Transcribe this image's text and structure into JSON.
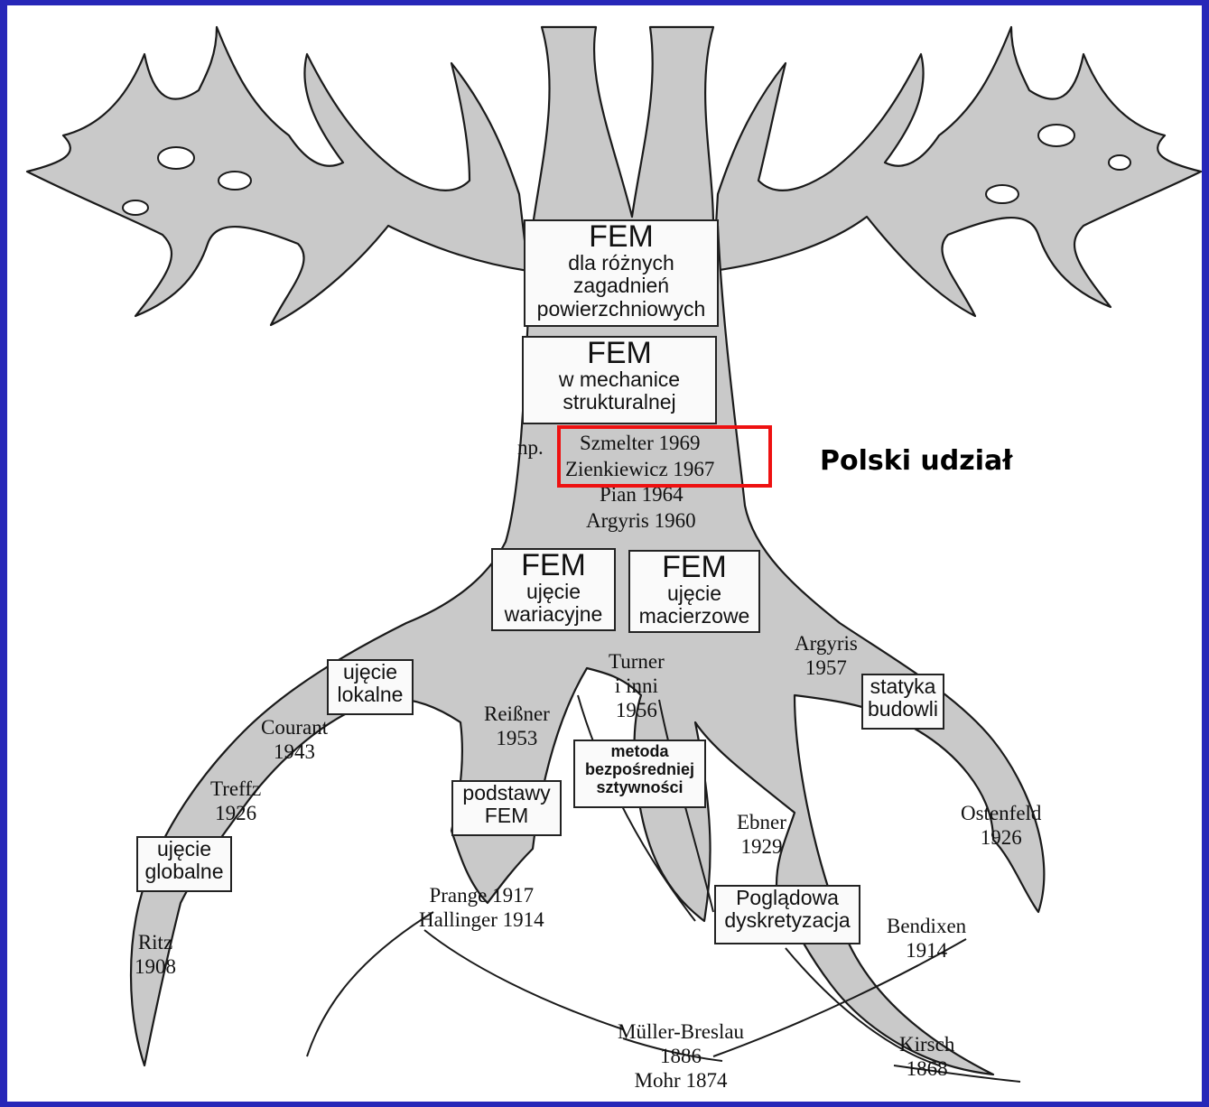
{
  "boxes": {
    "fem_surface": {
      "title": "FEM",
      "lines": [
        "dla różnych",
        "zagadnień",
        "powierzchniowych"
      ]
    },
    "fem_structural": {
      "title": "FEM",
      "lines": [
        "w mechanice",
        "strukturalnej"
      ]
    },
    "fem_variational": {
      "title": "FEM",
      "lines": [
        "ujęcie",
        "wariacyjne"
      ]
    },
    "fem_matrix": {
      "title": "FEM",
      "lines": [
        "ujęcie",
        "macierzowe"
      ]
    },
    "local": {
      "lines": [
        "ujęcie",
        "lokalne"
      ]
    },
    "global": {
      "lines": [
        "ujęcie",
        "globalne"
      ]
    },
    "fem_basics": {
      "lines": [
        "podstawy",
        "FEM"
      ]
    },
    "direct_stiffness": {
      "lines": [
        "metoda",
        "bezpośredniej",
        "sztywności"
      ]
    },
    "statics": {
      "lines": [
        "statyka",
        "budowli"
      ]
    },
    "discretization": {
      "lines": [
        "Poglądowa",
        "dyskretyzacja"
      ]
    }
  },
  "labels": {
    "np": "np.",
    "szmelter": "Szmelter 1969",
    "zienkiewicz": "Zienkiewicz 1967",
    "pian": "Pian 1964",
    "argyris1960": "Argyris 1960",
    "turner": [
      "Turner",
      "i inni",
      "1956"
    ],
    "argyris1957": [
      "Argyris",
      "1957"
    ],
    "reissner": [
      "Reißner",
      "1953"
    ],
    "courant": [
      "Courant",
      "1943"
    ],
    "treffz": [
      "Treffz",
      "1926"
    ],
    "ritz": [
      "Ritz",
      "1908"
    ],
    "prange": [
      "Prange 1917",
      "Hallinger 1914"
    ],
    "ebner": [
      "Ebner",
      "1929"
    ],
    "ostenfeld": [
      "Ostenfeld",
      "1926"
    ],
    "bendixen": [
      "Bendixen",
      "1914"
    ],
    "muller": [
      "Müller-Breslau",
      "1886",
      "Mohr 1874"
    ],
    "kirsch": [
      "Kirsch",
      "1868"
    ]
  },
  "annotation": {
    "text": "Polski udział",
    "color": "#ee1111"
  }
}
